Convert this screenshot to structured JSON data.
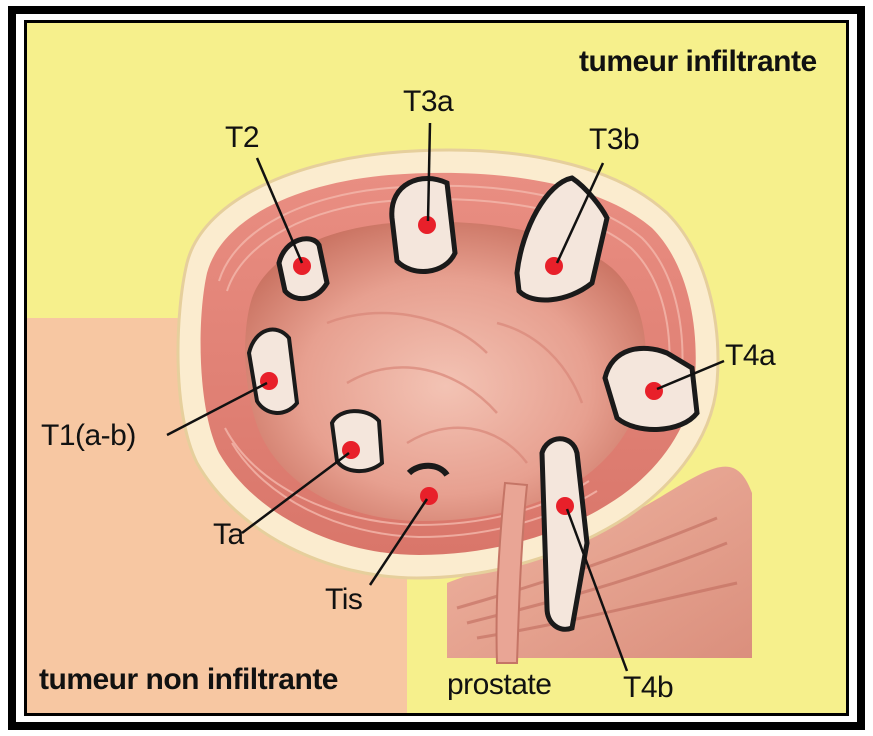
{
  "labels": {
    "tumeur_infiltrante": "tumeur infiltrante",
    "tumeur_non_infiltrante": "tumeur non infiltrante",
    "prostate": "prostate"
  },
  "stages": [
    {
      "id": "T2",
      "label": "T2"
    },
    {
      "id": "T3a",
      "label": "T3a"
    },
    {
      "id": "T3b",
      "label": "T3b"
    },
    {
      "id": "T4a",
      "label": "T4a"
    },
    {
      "id": "T1ab",
      "label": "T1(a-b)"
    },
    {
      "id": "Ta",
      "label": "Ta"
    },
    {
      "id": "Tis",
      "label": "Tis"
    },
    {
      "id": "T4b",
      "label": "T4b"
    }
  ],
  "colors": {
    "background_infiltrante": "#f6f08c",
    "background_non_infiltrante": "#f7c7a2",
    "tumor_dot": "#e8202a",
    "tumor_outline": "#1a1a1a"
  }
}
